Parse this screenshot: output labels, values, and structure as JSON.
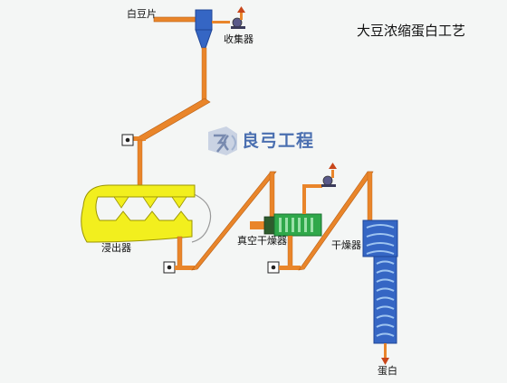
{
  "title": "大豆浓缩蛋白工艺",
  "watermark": {
    "text": "良弓工程"
  },
  "labels": {
    "input": "白豆片",
    "collector": "收集器",
    "extractor": "浸出器",
    "vacuum_dryer": "真空干燥器",
    "dryer": "干燥器",
    "output": "蛋白"
  },
  "colors": {
    "pipe": "#e9852a",
    "pipe_edge": "#b85f14",
    "vessel": "#3566c4",
    "vessel_dark": "#1f4596",
    "extractor": "#f2ef1e",
    "dryer_body": "#2fa84a",
    "arrow": "#c8461a",
    "background": "#f4f6f5"
  }
}
